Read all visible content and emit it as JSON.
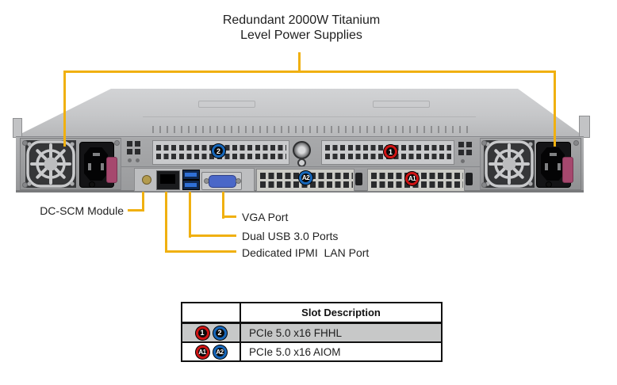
{
  "diagram": {
    "title_line1": "Redundant 2000W Titanium",
    "title_line2": "Level Power Supplies",
    "labels": {
      "dc_scm": "DC-SCM Module",
      "vga": "VGA Port",
      "usb": "Dual USB 3.0 Ports",
      "ipmi": "Dedicated IPMI  LAN Port"
    }
  },
  "chassis": {
    "badges": {
      "slot2": {
        "label": "2",
        "color": "blue"
      },
      "slot1": {
        "label": "1",
        "color": "red"
      },
      "aiom_a2": {
        "label": "A2",
        "color": "blue"
      },
      "aiom_a1": {
        "label": "A1",
        "color": "red"
      }
    }
  },
  "slot_table": {
    "header": {
      "slot_col": "",
      "description_col": "Slot Description"
    },
    "rows": [
      {
        "badges": [
          {
            "label": "1",
            "color": "red"
          },
          {
            "label": "2",
            "color": "blue"
          }
        ],
        "description": "PCIe 5.0 x16 FHHL"
      },
      {
        "badges": [
          {
            "label": "A1",
            "color": "red"
          },
          {
            "label": "A2",
            "color": "blue"
          }
        ],
        "description": "PCIe 5.0 x16 AIOM"
      }
    ]
  },
  "colors": {
    "callout_yellow": "#F0B010",
    "badge_red": "#CE1414",
    "badge_blue": "#1767BA",
    "psu_latch_magenta": "#A6486E",
    "table_row_gray": "#C7C8C8"
  }
}
